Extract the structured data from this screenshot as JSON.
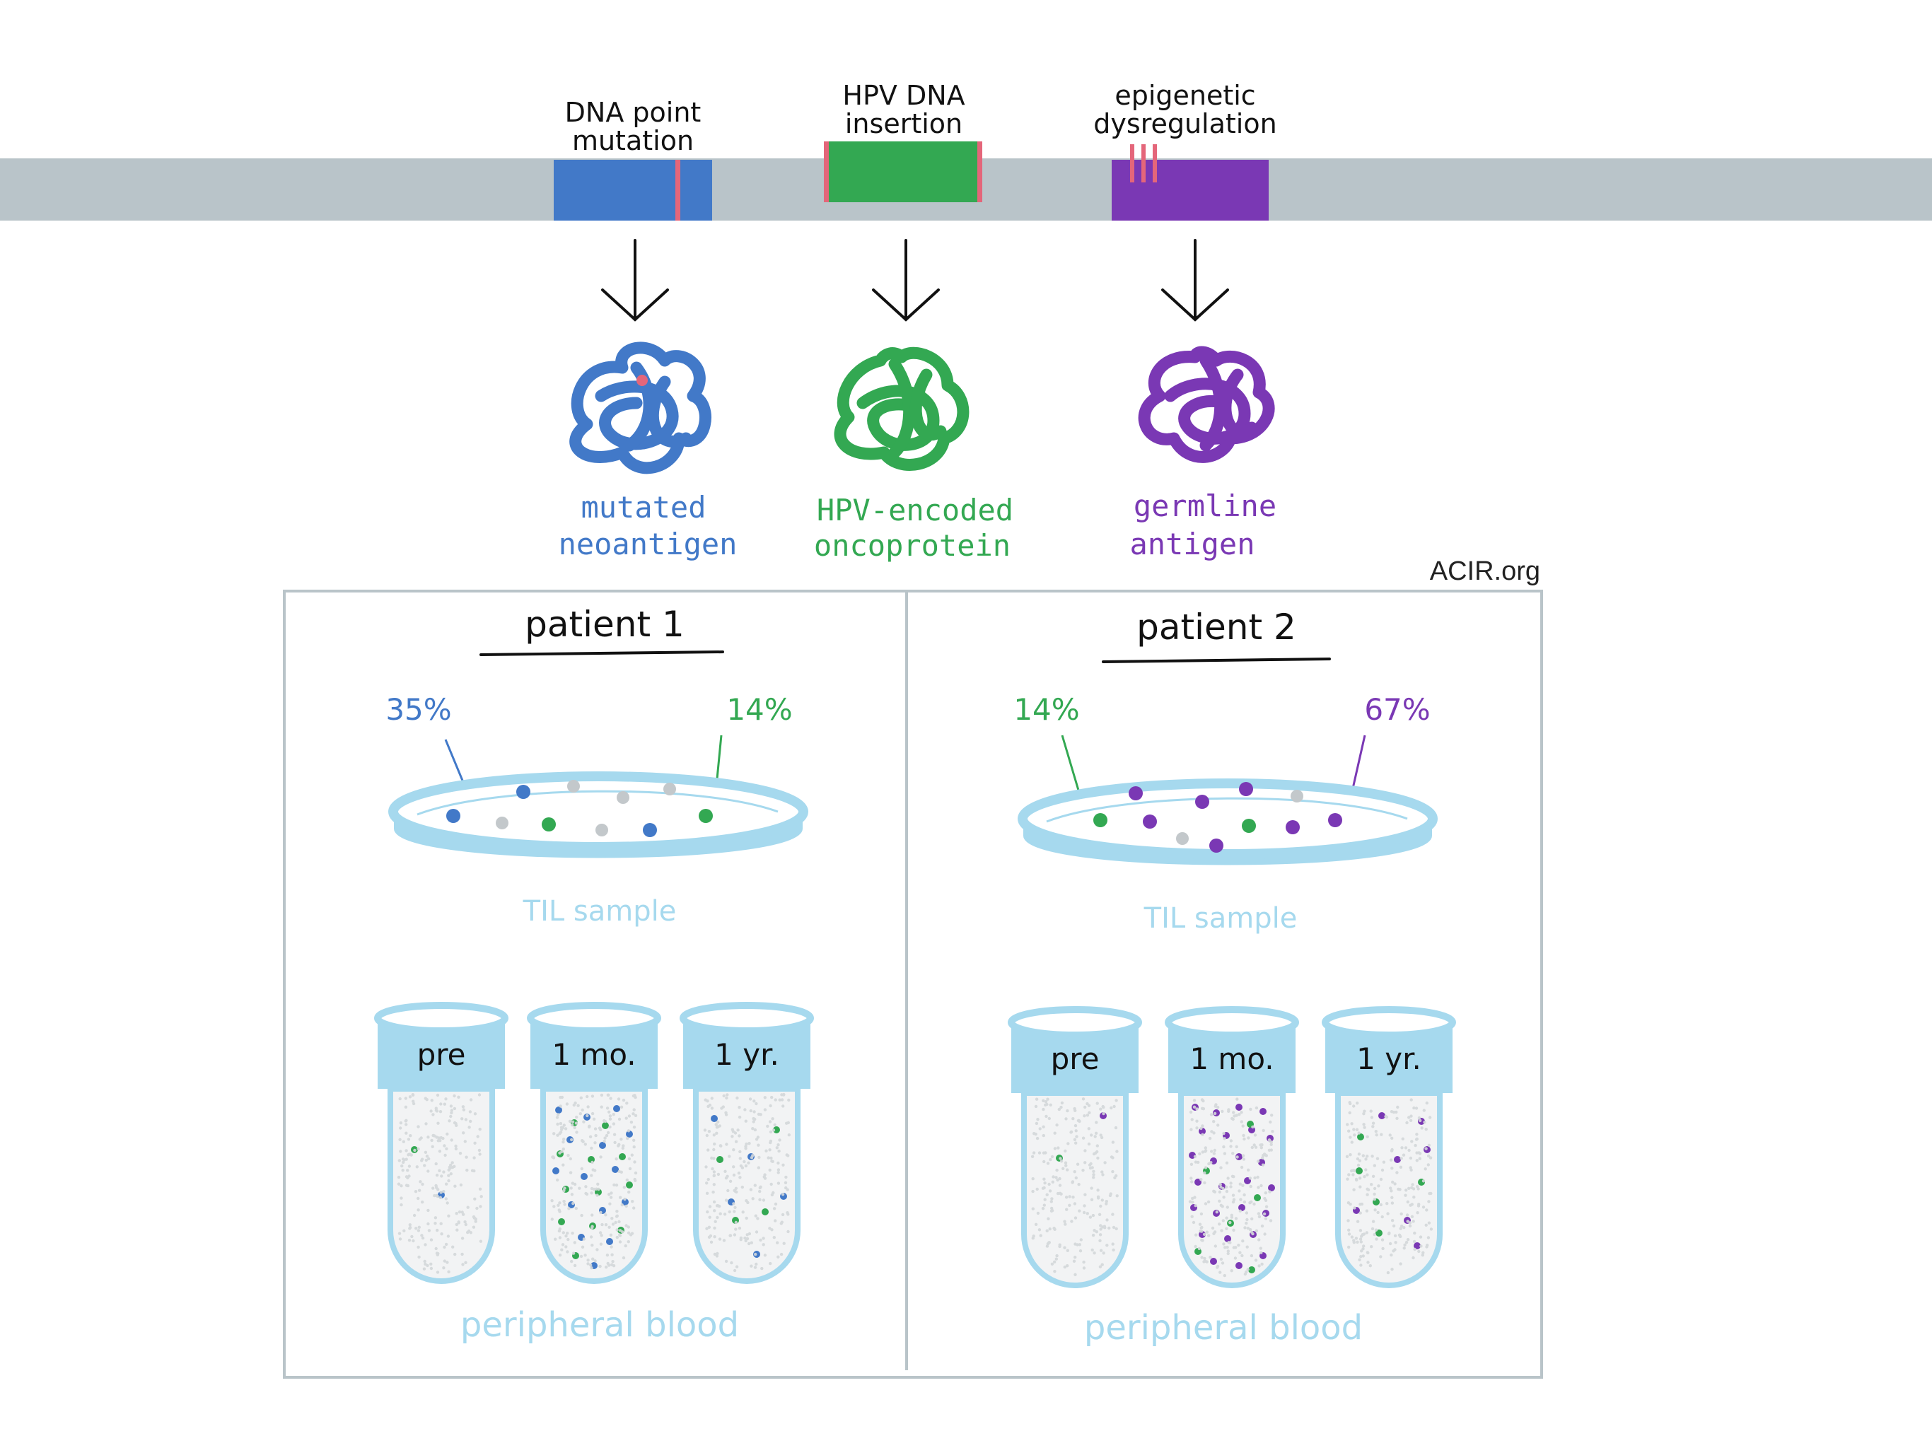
{
  "colors": {
    "blue": "#4279c8",
    "green": "#33a852",
    "purple": "#7a38b4",
    "pink": "#e4667a",
    "gray_band": "#b9c4c9",
    "light_blue": "#a6d9ee",
    "dot_gray": "#c3c8cb",
    "black": "#111111"
  },
  "genome": {
    "segments": [
      {
        "label_line1": "DNA point",
        "label_line2": "mutation",
        "color": "blue"
      },
      {
        "label_line1": "HPV DNA",
        "label_line2": "insertion",
        "color": "green"
      },
      {
        "label_line1": "epigenetic",
        "label_line2": "dysregulation",
        "color": "purple"
      }
    ]
  },
  "antigens": [
    {
      "line1": "mutated",
      "line2": "neoantigen",
      "color": "blue",
      "icon": "blue-protein-icon"
    },
    {
      "line1": "HPV-encoded",
      "line2": "oncoprotein",
      "color": "green",
      "icon": "green-protein-icon"
    },
    {
      "line1": "germline",
      "line2": "antigen",
      "color": "purple",
      "icon": "purple-protein-icon"
    }
  ],
  "brand": "ACIR.org",
  "patients": [
    {
      "title": "patient 1",
      "left_pct": "35%",
      "right_pct": "14%",
      "sample_label": "TIL sample",
      "tubes": [
        "pre",
        "1 mo.",
        "1 yr."
      ],
      "blood_label": "peripheral blood"
    },
    {
      "title": "patient 2",
      "left_pct": "14%",
      "right_pct": "67%",
      "sample_label": "TIL sample",
      "tubes": [
        "pre",
        "1 mo.",
        "1 yr."
      ],
      "blood_label": "peripheral blood"
    }
  ]
}
